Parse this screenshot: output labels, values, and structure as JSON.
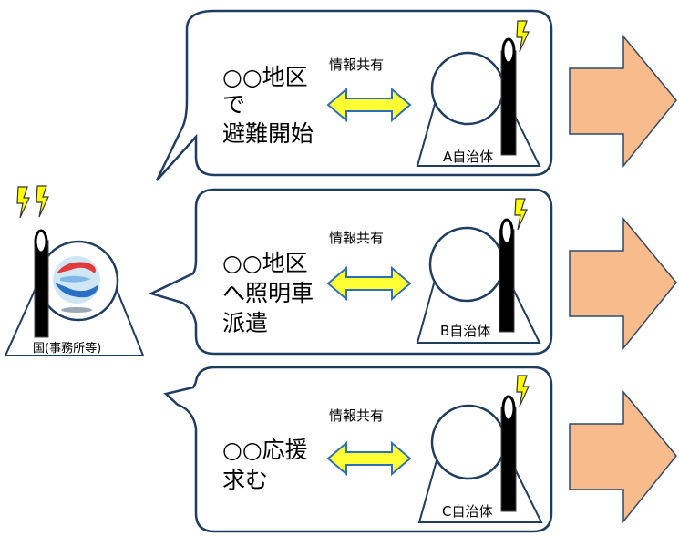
{
  "national": {
    "label": "国(事務所等)"
  },
  "panels": [
    {
      "message_lines": [
        "○○地区",
        "で",
        "避難開始"
      ],
      "share_label": "情報共有",
      "municipality": "A自治体"
    },
    {
      "message_lines": [
        "○○地区",
        "へ照明車",
        "派遣"
      ],
      "share_label": "情報共有",
      "municipality": "B自治体"
    },
    {
      "message_lines": [
        "○○応援",
        "求む"
      ],
      "share_label": "情報共有",
      "municipality": "C自治体"
    }
  ],
  "colors": {
    "arrow_fill": "#f8bb8c",
    "arrow_stroke": "#2f4b6e",
    "double_arrow_fill": "#ffff33",
    "double_arrow_stroke": "#2f6fb5",
    "bubble_stroke": "#1f3d60",
    "lightning": "#ffff00"
  }
}
